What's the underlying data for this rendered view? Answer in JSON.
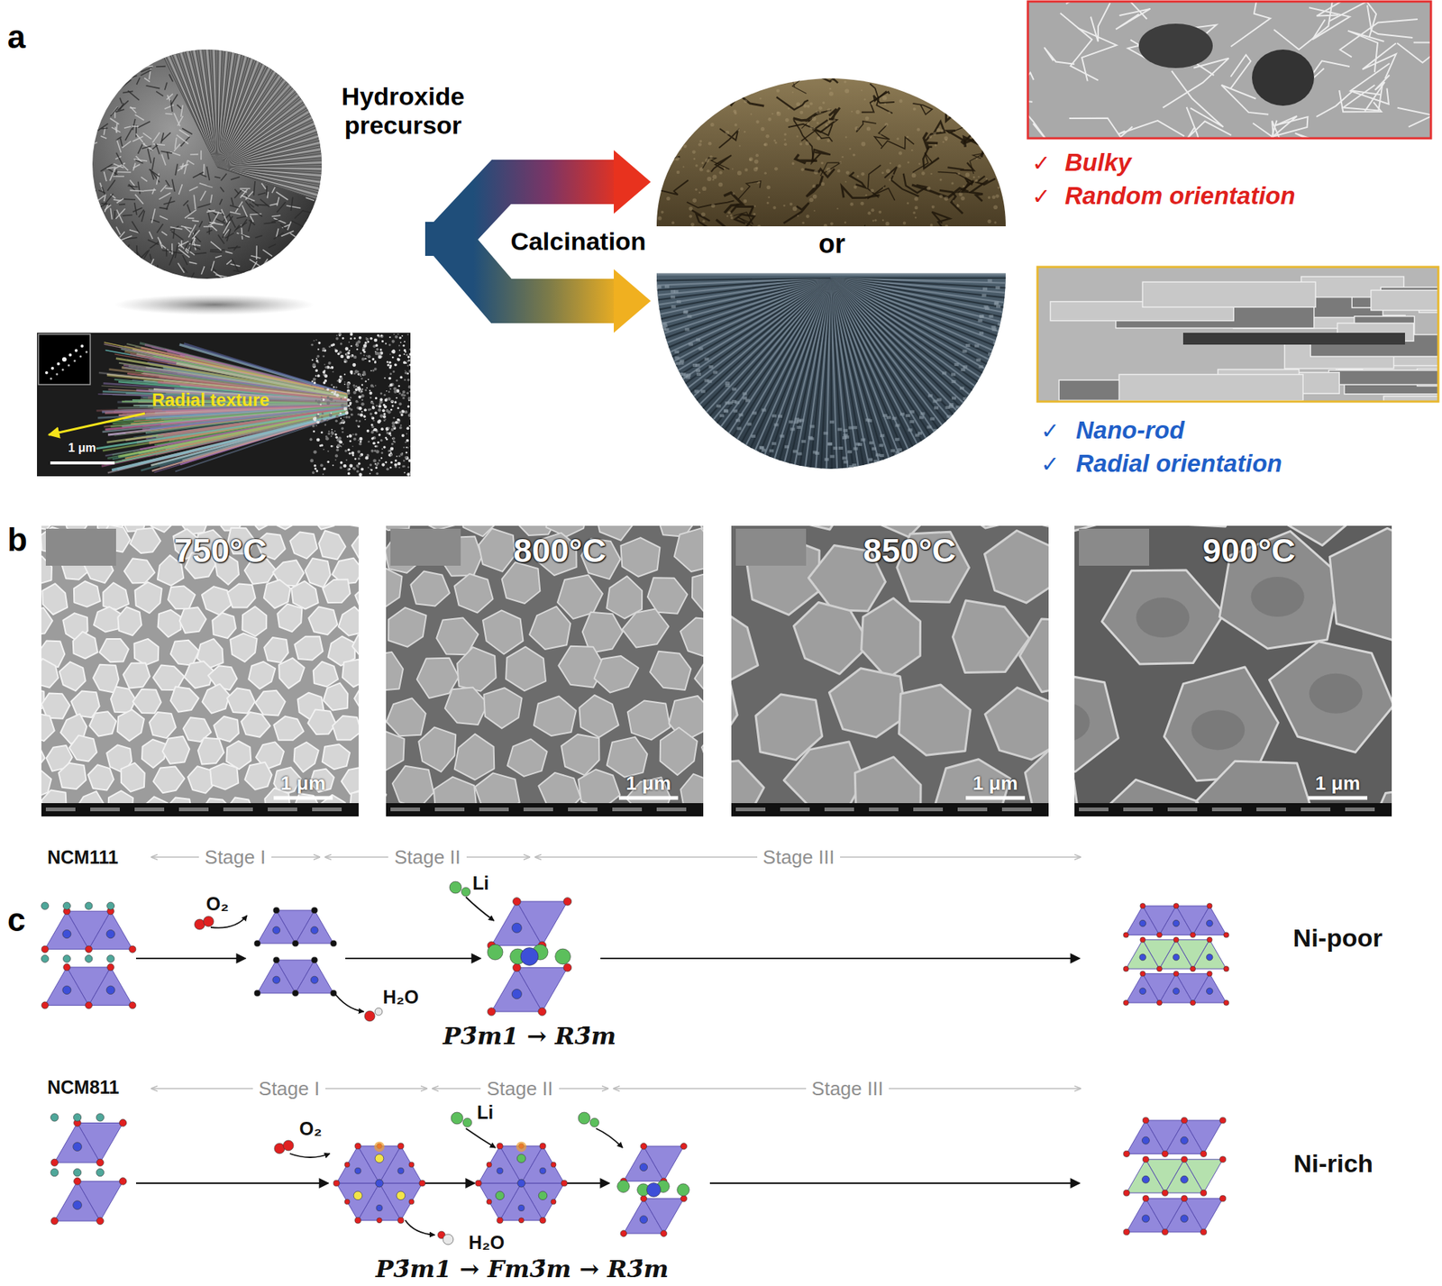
{
  "diagram": {
    "labels": [
      "a",
      "Hydroxide precursor",
      "Radial texture",
      "1 μm",
      "Calcination",
      "or",
      "✓",
      "Bulky",
      "✓",
      "Random orientation",
      "✓",
      "Nano-rod",
      "✓",
      "Radial orientation",
      "b",
      "750°C",
      "800°C",
      "850°C",
      "900°C",
      "1 μm",
      "1 μm",
      "1 μm",
      "1 μm",
      "NCM111",
      "Stage I",
      "Stage II",
      "Stage III",
      "c",
      "O₂",
      "H₂O",
      "Li",
      "P3̄m1 → R3̄m",
      "Ni-poor",
      "NCM811",
      "Stage I",
      "Stage II",
      "Stage III",
      "O₂",
      "H₂O",
      "Li",
      "P3̄m1 → Fm3̄m → R3̄m",
      "Ni-rich"
    ]
  }
}
